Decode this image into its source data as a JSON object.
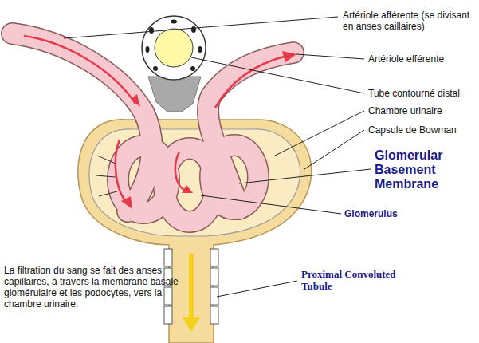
{
  "diagram": {
    "labels": [
      "Artériole afférente (se divisant en anses caillaires)",
      "Artériole efférente",
      "Tube contourné distal",
      "Chambre urinaire",
      "Capsule de Bowman",
      "Glomerular Basement Membrane",
      "Glomerulus",
      "La filtration du sang se fait des anses capillaires, à travers la membrane basale glomérulaire et les podocytes, vers la chambre urinaire.",
      "Proximal Convoluted Tubule"
    ]
  }
}
